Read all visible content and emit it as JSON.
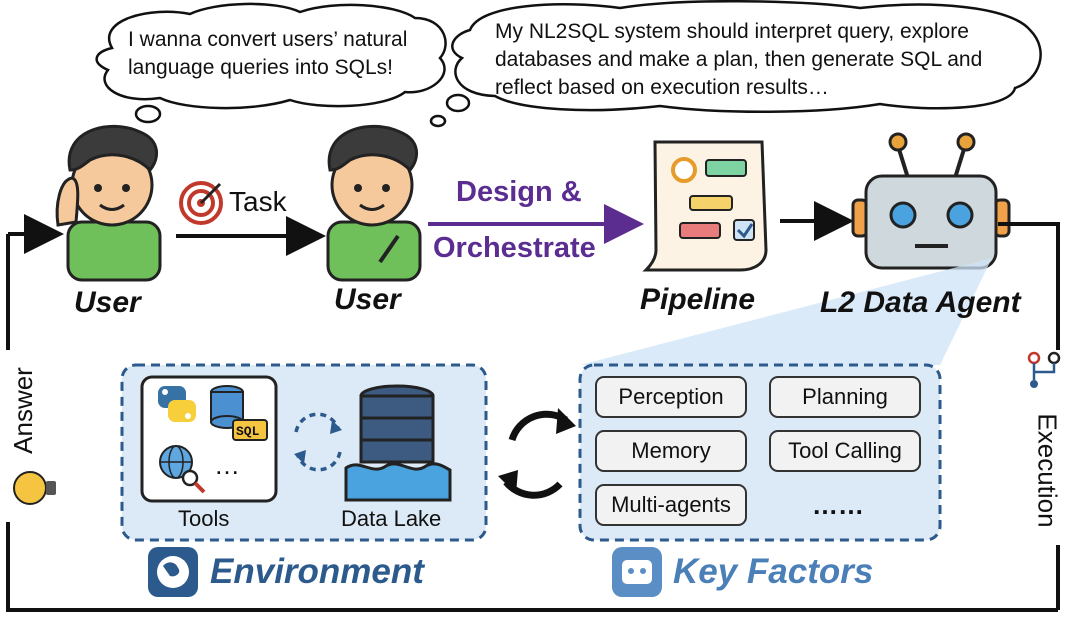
{
  "bubbles": {
    "left": "I wanna convert users’ natural language queries into SQLs!",
    "right": "My NL2SQL system should interpret query, explore databases and make a plan, then generate SQL and reflect based on execution results…"
  },
  "labels": {
    "user1": "User",
    "user2": "User",
    "pipeline": "Pipeline",
    "agent": "L2 Data Agent",
    "task": "Task",
    "design": "Design &",
    "orchestrate": "Orchestrate",
    "answer": "Answer",
    "execution": "Execution"
  },
  "environment": {
    "title": "Environment",
    "tools_label": "Tools",
    "lake_label": "Data Lake",
    "tools_more": "…",
    "sql_tag": "SQL"
  },
  "key_factors": {
    "title": "Key Factors",
    "items": [
      "Perception",
      "Planning",
      "Memory",
      "Tool Calling",
      "Multi-agents"
    ],
    "more": "……"
  },
  "colors": {
    "purple_arrow": "#5b2d91",
    "env_blue": "#2c5a8c",
    "light_blue_fill": "#dce9f6",
    "dashed_border": "#2c5a8c"
  },
  "icons": [
    "target-icon",
    "gear-icon",
    "robot-icon",
    "python-icon",
    "database-icon",
    "globe-icon",
    "magnifier-icon",
    "cycle-arrows-icon",
    "lightbulb-icon",
    "workflow-icon"
  ]
}
